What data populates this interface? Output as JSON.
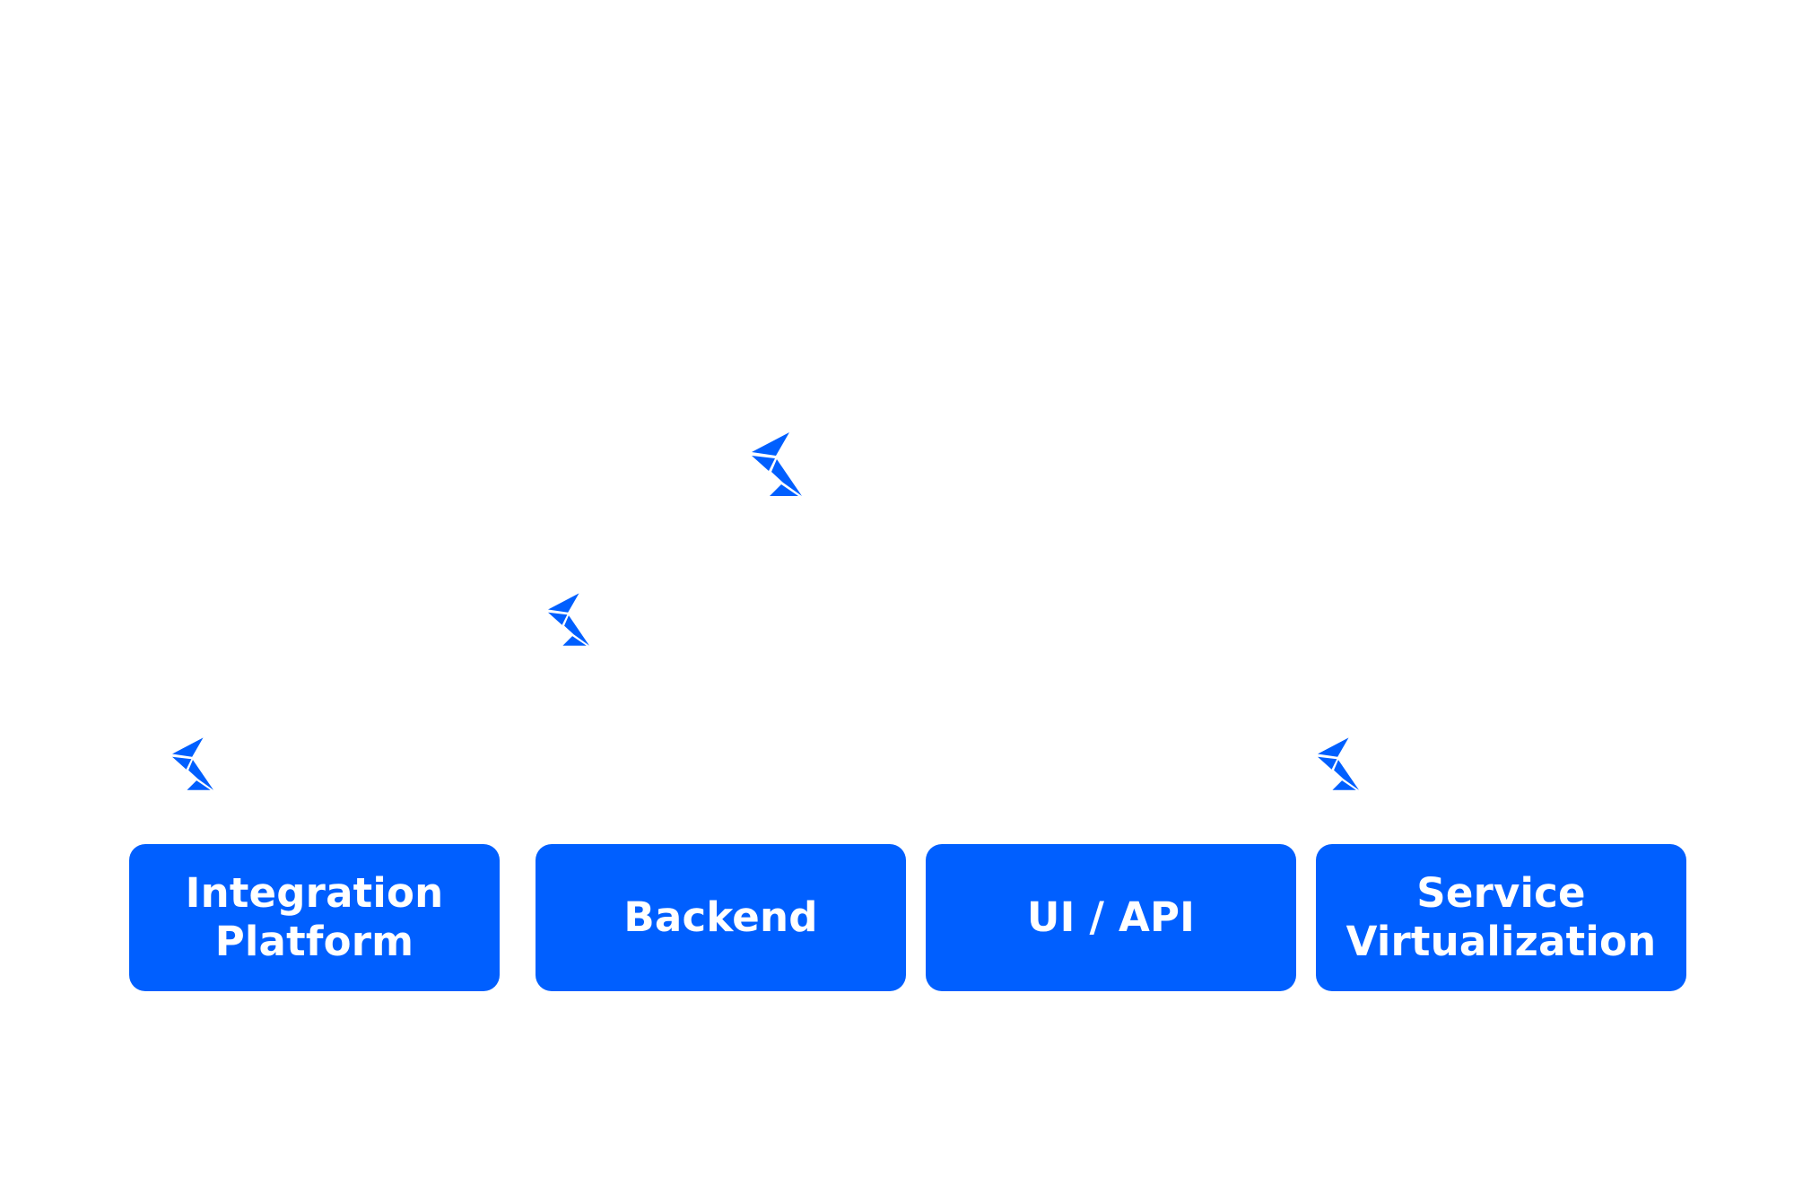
{
  "colors": {
    "accent": "#005FFF",
    "background": "#FFFFFF",
    "box_text": "#FFFFFF"
  },
  "logo_icon": "stylized-bird-icon",
  "boxes": [
    {
      "label_line1": "Integration",
      "label_line2": "Platform"
    },
    {
      "label_line1": "Backend",
      "label_line2": ""
    },
    {
      "label_line1": "UI / API",
      "label_line2": ""
    },
    {
      "label_line1": "Service",
      "label_line2": "Virtualization"
    }
  ]
}
